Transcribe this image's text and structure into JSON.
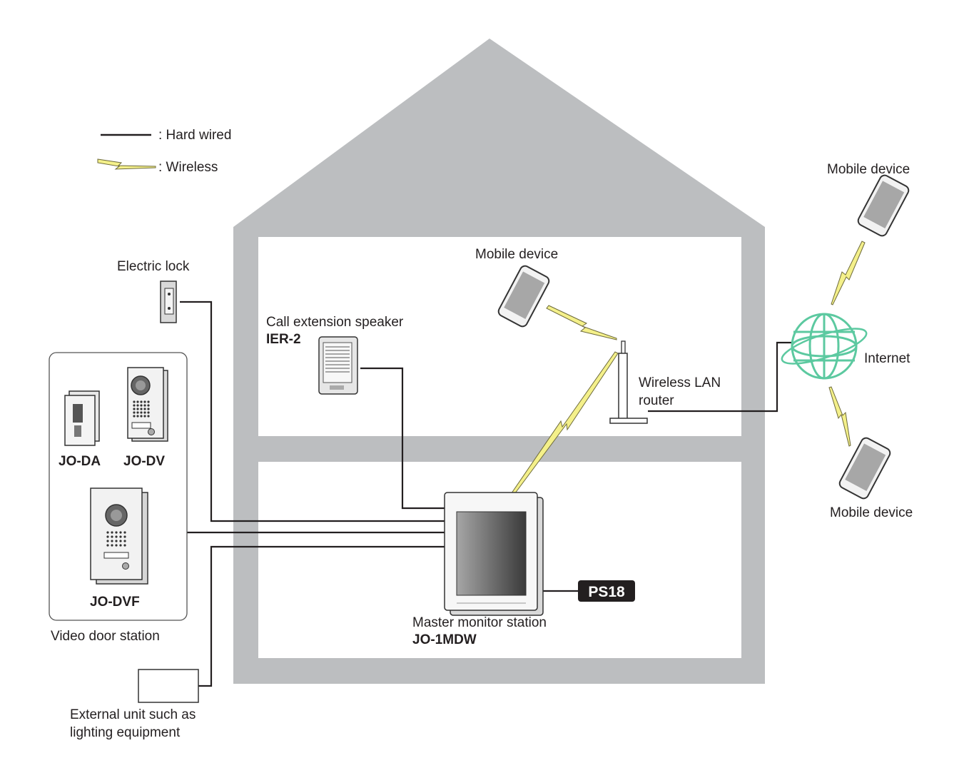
{
  "legend": {
    "hard_wired": ": Hard wired",
    "wireless": ": Wireless"
  },
  "labels": {
    "electric_lock": "Electric lock",
    "call_extension_speaker": "Call extension speaker",
    "ier2": "IER-2",
    "mobile_device_indoor": "Mobile device",
    "wireless_lan_router_line1": "Wireless LAN",
    "wireless_lan_router_line2": "router",
    "mobile_device_top": "Mobile device",
    "internet": "Internet",
    "mobile_device_bottom": "Mobile device",
    "jo_da": "JO-DA",
    "jo_dv": "JO-DV",
    "jo_dvf": "JO-DVF",
    "video_door_station": "Video door station",
    "master_monitor_station": "Master monitor station",
    "jo_1mdw": "JO-1MDW",
    "ps18": "PS18",
    "external_unit_line1": "External unit such as",
    "external_unit_line2": "lighting equipment"
  },
  "colors": {
    "house": "#bcbec0",
    "wire": "#231f20",
    "wireless_bolt": "#f4f08a",
    "globe": "#5cc9a0",
    "ps18_badge": "#231f20"
  },
  "icons": [
    "electric-lock-icon",
    "speaker-icon",
    "mobile-phone-icon",
    "router-icon",
    "globe-icon",
    "door-station-icon",
    "monitor-icon",
    "lightning-icon"
  ]
}
